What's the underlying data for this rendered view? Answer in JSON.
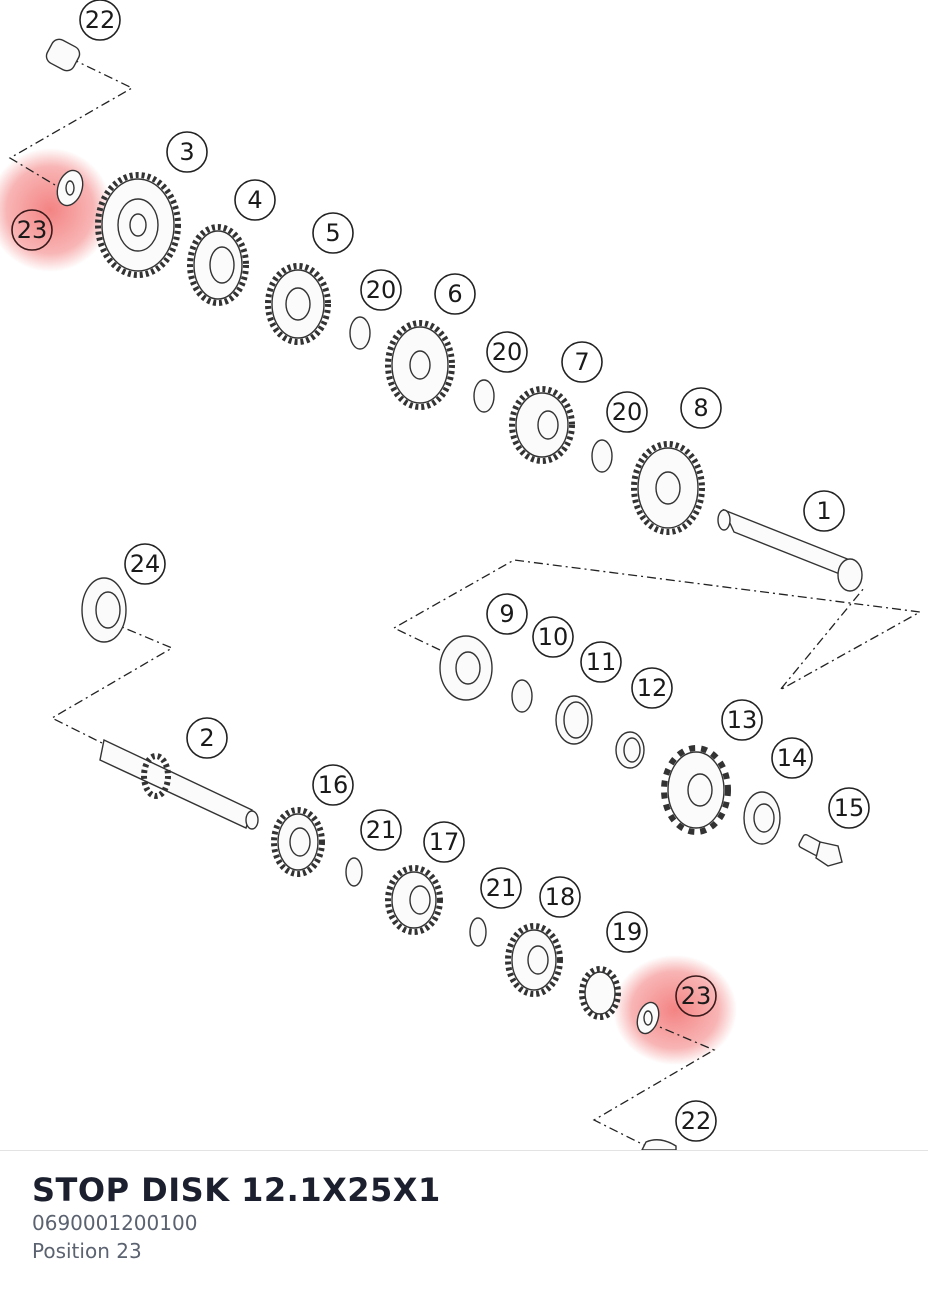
{
  "diagram": {
    "callouts": [
      "22",
      "23",
      "3",
      "4",
      "5",
      "20",
      "6",
      "20",
      "7",
      "20",
      "8",
      "1",
      "24",
      "9",
      "10",
      "11",
      "12",
      "13",
      "14",
      "15",
      "2",
      "16",
      "21",
      "17",
      "21",
      "18",
      "19",
      "23",
      "22"
    ],
    "highlighted_callout": "23",
    "highlight_color": "#f05a5a"
  },
  "part": {
    "title": "STOP DISK 12.1X25X1",
    "number": "0690001200100",
    "position": "Position 23"
  }
}
